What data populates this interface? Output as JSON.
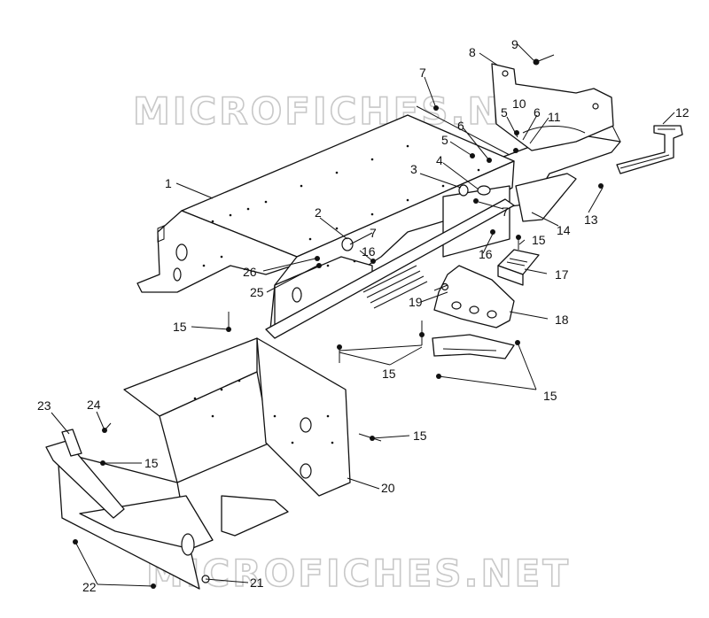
{
  "watermark": "MICROFICHES.NET",
  "callouts": [
    "1",
    "2",
    "3",
    "4",
    "5",
    "5",
    "6",
    "6",
    "7",
    "7",
    "7",
    "8",
    "9",
    "10",
    "11",
    "12",
    "13",
    "14",
    "15",
    "15",
    "15",
    "15",
    "15",
    "15",
    "16",
    "16",
    "17",
    "18",
    "19",
    "20",
    "21",
    "22",
    "23",
    "24",
    "25",
    "26"
  ]
}
